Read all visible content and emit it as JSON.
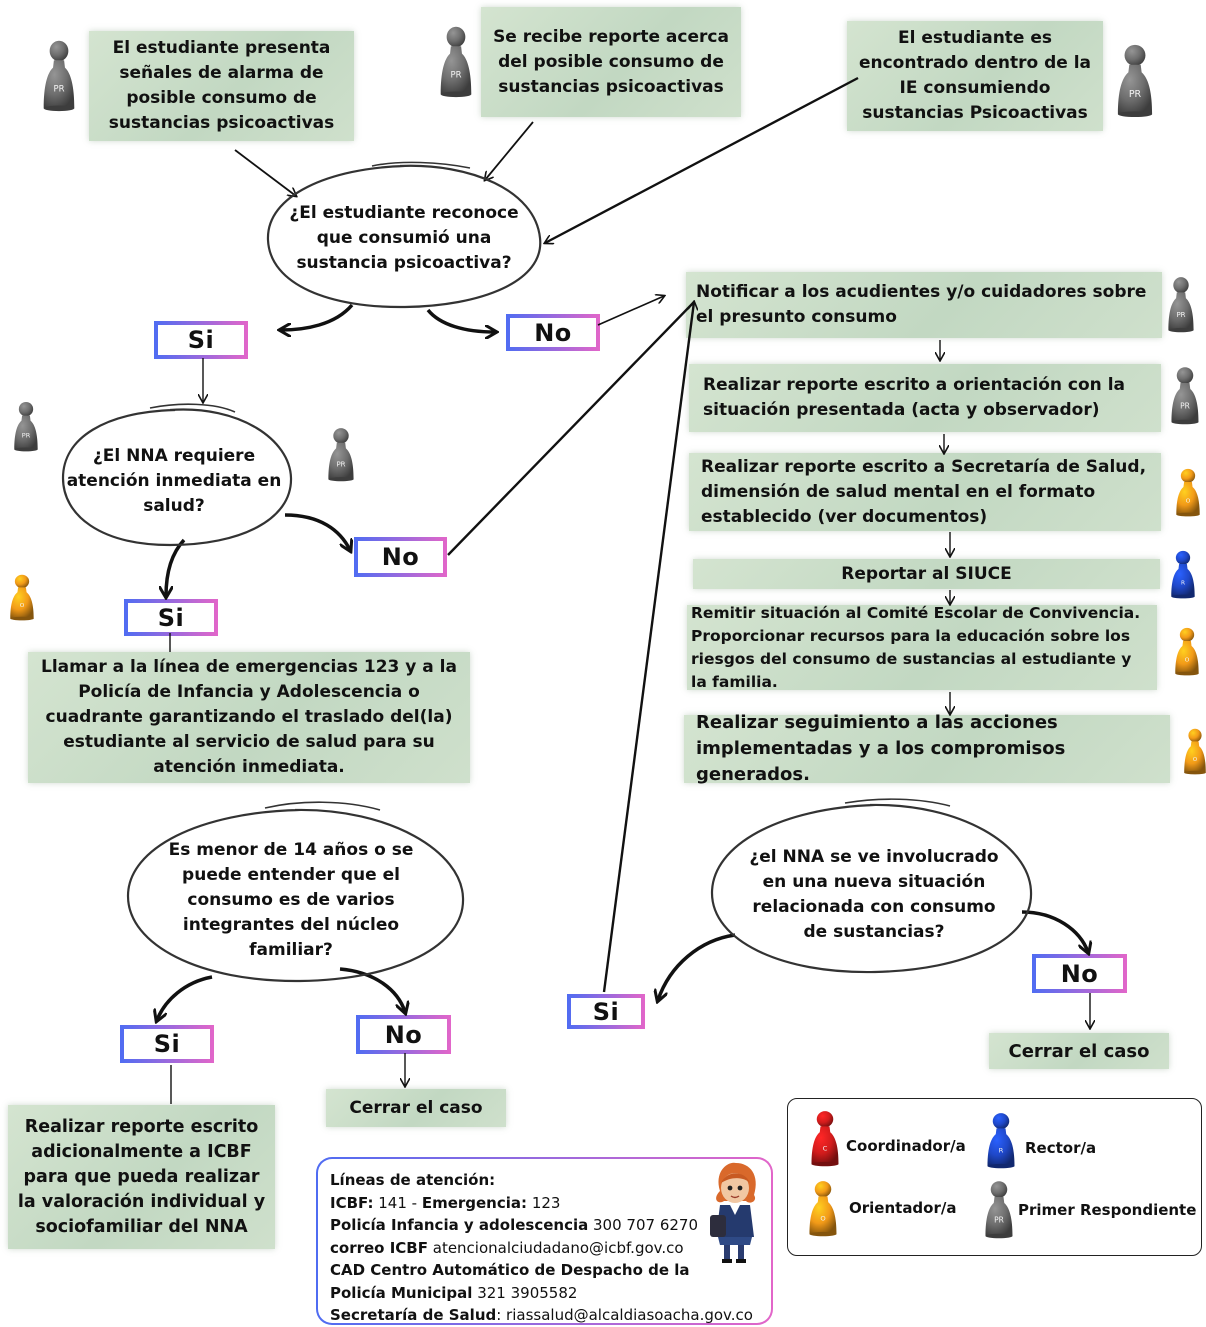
{
  "start": {
    "signals": "El estudiante presenta señales de alarma de posible consumo de sustancias psicoactivas",
    "report": "Se recibe reporte acerca del posible consumo de sustancias psicoactivas",
    "found": "El estudiante es encontrado dentro de la IE consumiendo sustancias Psicoactivas"
  },
  "questions": {
    "recognize": "¿El estudiante reconoce que consumió una sustancia psicoactiva?",
    "attention": "¿El NNA requiere atención inmediata en salud?",
    "minor": "Es menor de 14 años o se puede entender que el consumo es de varios integrantes del núcleo familiar?",
    "new_situation": "¿el NNA se ve involucrado en una nueva situación relacionada con consumo de sustancias?"
  },
  "answers": {
    "yes": "Si",
    "no": "No"
  },
  "steps": {
    "notify": "Notificar a los acudientes y/o cuidadores sobre el presunto consumo",
    "report_orientation": "Realizar reporte escrito a orientación con la situación presentada (acta y observador)",
    "report_health": "Realizar reporte escrito a Secretaría de Salud, dimensión de salud mental en el formato establecido (ver documentos)",
    "siuce": "Reportar al SIUCE",
    "committee": "Remitir situación al Comité Escolar de Convivencia. Proporcionar recursos para la educación sobre los riesgos del consumo de sustancias al estudiante y la familia.",
    "followup": "Realizar seguimiento a las acciones implementadas y a los compromisos generados.",
    "emergency": "Llamar a la línea de emergencias 123 y a la Policía de Infancia y Adolescencia o cuadrante garantizando el traslado del(la) estudiante al servicio de salud para su atención inmediata.",
    "icbf": "Realizar reporte escrito adicionalmente a ICBF para que pueda realizar la valoración individual y sociofamiliar del NNA",
    "close": "Cerrar el caso"
  },
  "roles": {
    "coordinator": {
      "letter": "C",
      "label": "Coordinador/a",
      "color": "#d21c1c"
    },
    "rector": {
      "letter": "R",
      "label": "Rector/a",
      "color": "#1f48c9"
    },
    "orientador": {
      "letter": "O",
      "label": "Orientador/a",
      "color": "#f29a18"
    },
    "first_responder": {
      "letter": "PR",
      "label": "Primer Respondiente",
      "color": "#6e6e6e"
    }
  },
  "info": {
    "title": "Líneas de atención:",
    "icbf_label": "ICBF:",
    "icbf_value": "141 - ",
    "emergency_label": "Emergencia:",
    "emergency_value": "123",
    "police_label": "Policía Infancia y adolescencia",
    "police_value": "300 707 6270",
    "mail_label": "correo ICBF",
    "mail_value": "atencionalciudadano@icbf.gov.co",
    "cad_label": "CAD Centro Automático de Despacho de la Policía Municipal",
    "cad_value": "321 3905582",
    "health_label": "Secretaría de Salud",
    "health_value": ": riassalud@alcaldiasoacha.gov.co"
  }
}
